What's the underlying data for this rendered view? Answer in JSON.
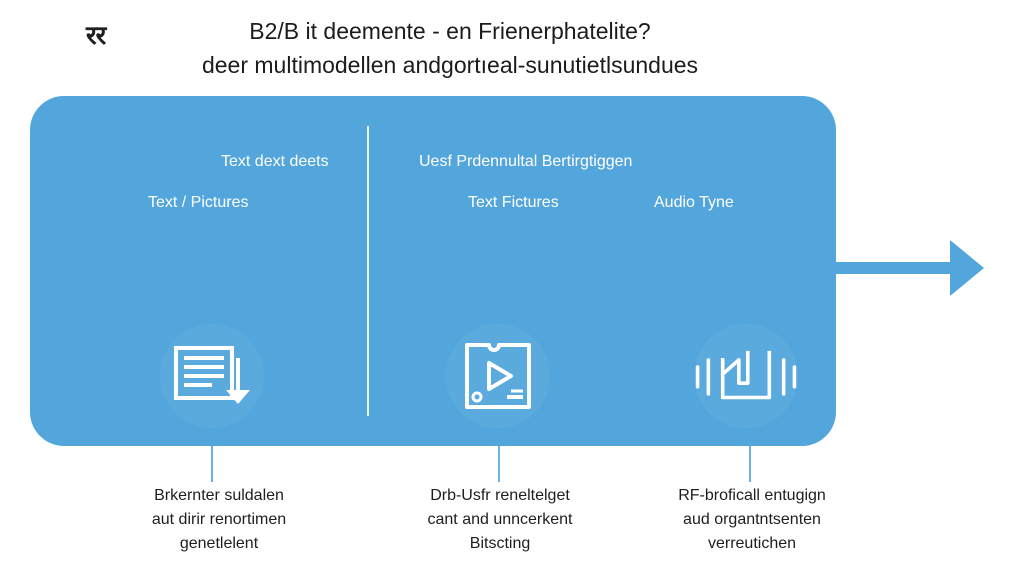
{
  "header": {
    "logo_text": "रर",
    "title_line1": "B2/B it deemente - en Frienerphatelite?",
    "title_line2": "deer multimodellen andgortıeal-sunutietlsundues"
  },
  "panel": {
    "labels": {
      "left_top": "Text dext deets",
      "left_sub": "Text / Pictures",
      "right_top": "Uesf Prdennultal Bertirgtiggen",
      "right_sub_a": "Text Fictures",
      "right_sub_b": "Audio Tyne"
    },
    "icons": [
      "document-download-icon",
      "video-play-icon",
      "audio-waveform-icon"
    ],
    "color": "#53a6dc"
  },
  "descriptions": [
    {
      "lines": [
        "Brkernter suldalen",
        "aut dirir renortimen",
        "genetlelent"
      ]
    },
    {
      "lines": [
        "Drb-Usfr reneltelget",
        "cant and unncerkent",
        "Bitscting"
      ]
    },
    {
      "lines": [
        "RF-broficall entugign",
        "aud organtntsenten",
        "verreutichen"
      ]
    }
  ]
}
